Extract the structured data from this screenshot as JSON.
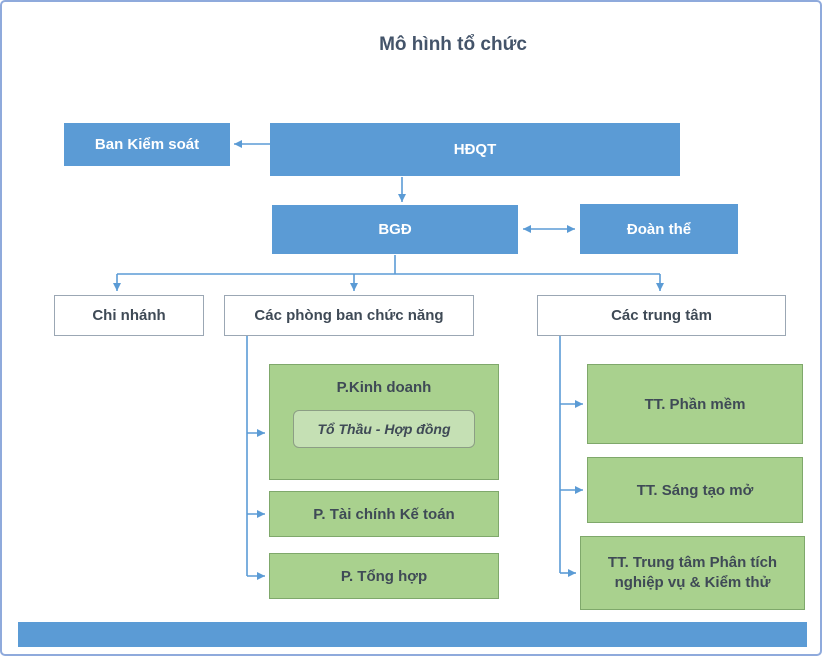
{
  "title": "Mô hình tổ chức",
  "nodes": {
    "ban_kiem_soat": "Ban Kiểm soát",
    "hdqt": "HĐQT",
    "bgd": "BGĐ",
    "doan_the": "Đoàn thể",
    "chi_nhanh": "Chi nhánh",
    "phong_ban": "Các phòng ban chức năng",
    "trung_tam": "Các trung tâm",
    "kinh_doanh": "P.Kinh doanh",
    "to_thau": "Tổ Thầu - Hợp đồng",
    "tai_chinh": "P. Tài chính Kế toán",
    "tong_hop": "P. Tổng hợp",
    "phan_mem": "TT. Phần mềm",
    "sang_tao": "TT. Sáng tạo mở",
    "phan_tich": "TT.  Trung tâm Phân tích nghiệp vụ & Kiểm thử"
  },
  "colors": {
    "line": "#5B9BD5",
    "box_blue": "#5B9BD5",
    "box_blue_text": "#FFFFFF",
    "box_green": "#A9D18E",
    "box_green_border": "#7FA86B",
    "box_green_inner": "#C5E0B4",
    "box_inner_border": "#8C9E85",
    "box_white_border": "#9BA7B4",
    "text_dark": "#3F4A56",
    "title_color": "#44546A",
    "border": "#8FAADC"
  }
}
